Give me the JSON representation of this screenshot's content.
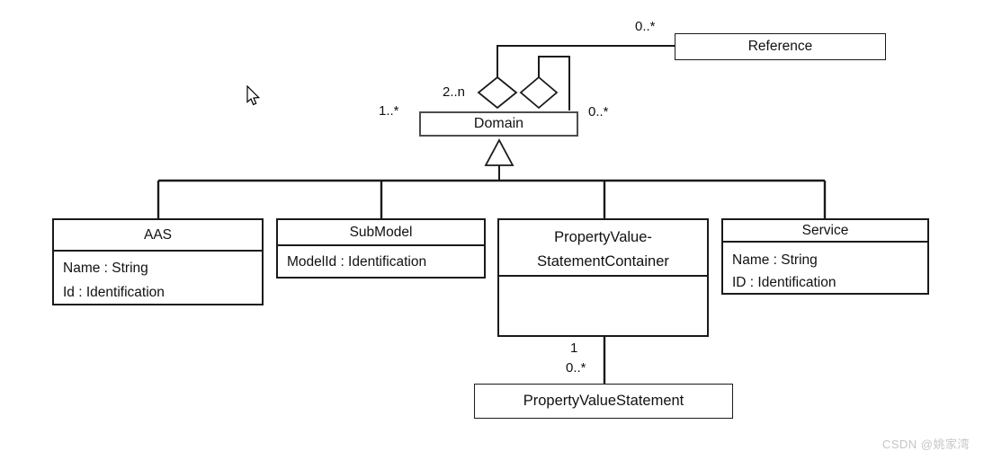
{
  "classes": {
    "reference": {
      "name": "Reference"
    },
    "domain": {
      "name": "Domain"
    },
    "aas": {
      "name": "AAS",
      "attributes": [
        "Name : String",
        "Id : Identification"
      ]
    },
    "submodel": {
      "name": "SubModel",
      "attributes": [
        "ModelId : Identification"
      ]
    },
    "pvsc": {
      "name_line1": "PropertyValue-",
      "name_line2": "StatementContainer",
      "attributes": []
    },
    "service": {
      "name": "Service",
      "attributes": [
        "Name : String",
        "ID : Identification"
      ]
    },
    "pvs": {
      "name": "PropertyValueStatement"
    }
  },
  "multiplicities": {
    "reference_end": "0..*",
    "domain_left": "1..*",
    "domain_aggregate": "2..n",
    "domain_right": "0..*",
    "container_end": "1",
    "statement_end": "0..*"
  },
  "watermark": "CSDN @姚家湾",
  "colors": {
    "line": "#1a1a1a",
    "domain_border": "#4d4d4d",
    "background": "#ffffff",
    "watermark": "#c6c6c6"
  }
}
